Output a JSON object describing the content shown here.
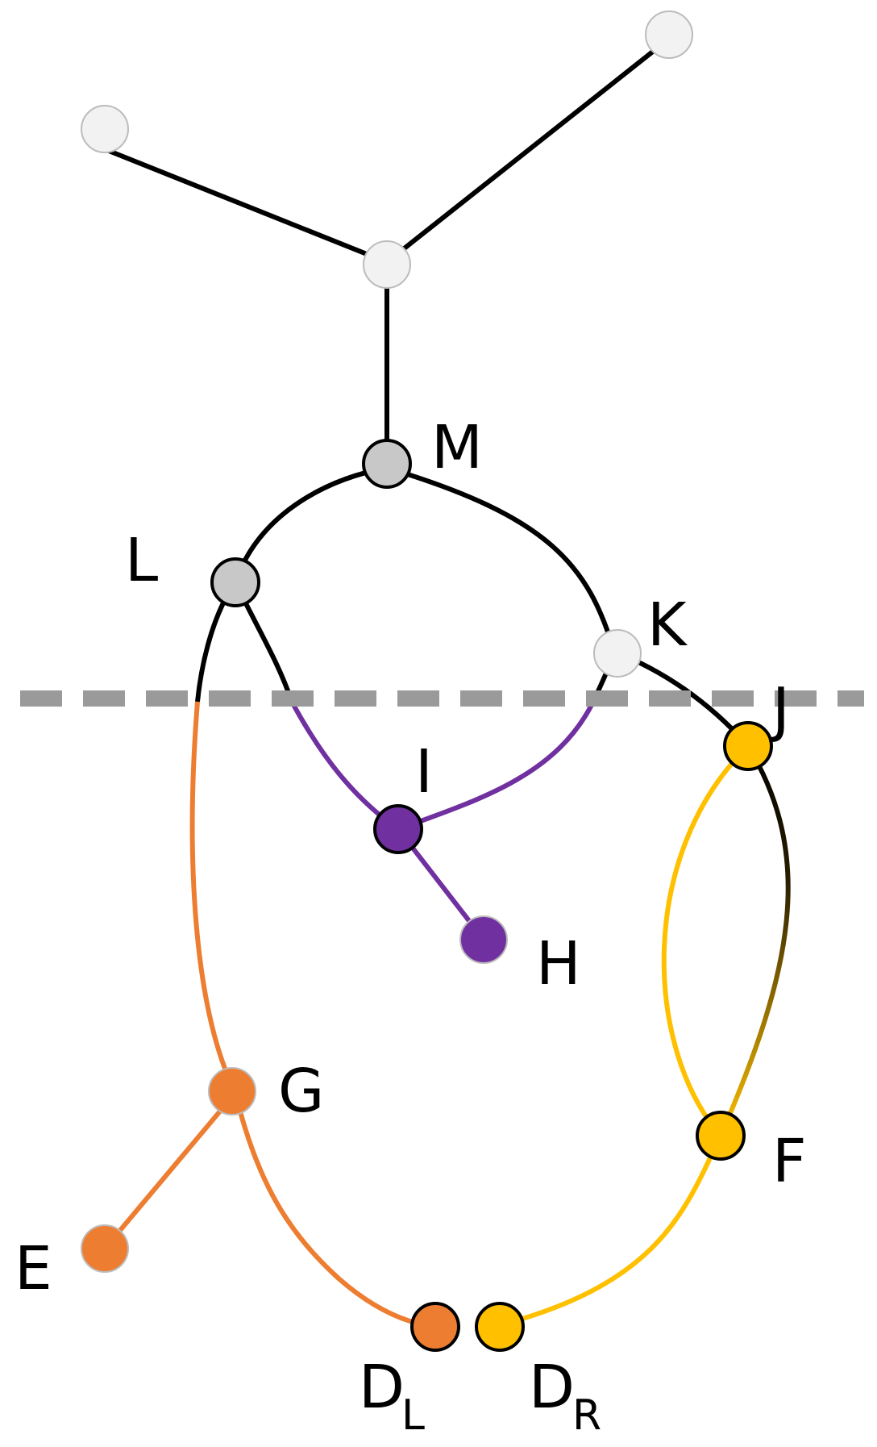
{
  "colors": {
    "black": "#000000",
    "gray_dash": "#9a9a9a",
    "node_white": "#f2f2f2",
    "node_gray": "#c8c8c8",
    "purple": "#7030a0",
    "orange": "#ed7d31",
    "gold": "#ffc000",
    "olive_dark": "#a07a10"
  },
  "labels": {
    "M": "M",
    "L": "L",
    "K": "K",
    "J": "J",
    "I": "I",
    "H": "H",
    "G": "G",
    "F": "F",
    "E": "E",
    "DL_main": "D",
    "DL_sub": "L",
    "DR_main": "D",
    "DR_sub": "R"
  }
}
